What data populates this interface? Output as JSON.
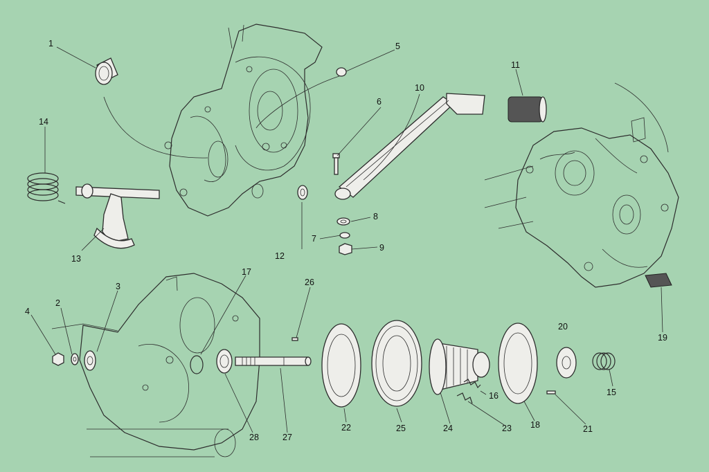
{
  "background_color": "#a6d3b1",
  "line_color": "#2c2c2c",
  "labels": [
    {
      "id": "p1",
      "text": "1"
    },
    {
      "id": "p2",
      "text": "2"
    },
    {
      "id": "p3",
      "text": "3"
    },
    {
      "id": "p4",
      "text": "4"
    },
    {
      "id": "p5",
      "text": "5"
    },
    {
      "id": "p6",
      "text": "6"
    },
    {
      "id": "p7",
      "text": "7"
    },
    {
      "id": "p8",
      "text": "8"
    },
    {
      "id": "p9",
      "text": "9"
    },
    {
      "id": "p10",
      "text": "10"
    },
    {
      "id": "p11",
      "text": "11"
    },
    {
      "id": "p12",
      "text": "12"
    },
    {
      "id": "p13",
      "text": "13"
    },
    {
      "id": "p14",
      "text": "14"
    },
    {
      "id": "p15",
      "text": "15"
    },
    {
      "id": "p16",
      "text": "16"
    },
    {
      "id": "p17",
      "text": "17"
    },
    {
      "id": "p18",
      "text": "18"
    },
    {
      "id": "p19",
      "text": "19"
    },
    {
      "id": "p20",
      "text": "20"
    },
    {
      "id": "p21",
      "text": "21"
    },
    {
      "id": "p22",
      "text": "22"
    },
    {
      "id": "p23",
      "text": "23"
    },
    {
      "id": "p24",
      "text": "24"
    },
    {
      "id": "p25",
      "text": "25"
    },
    {
      "id": "p26",
      "text": "26"
    },
    {
      "id": "p27",
      "text": "27"
    },
    {
      "id": "p28",
      "text": "28"
    }
  ]
}
